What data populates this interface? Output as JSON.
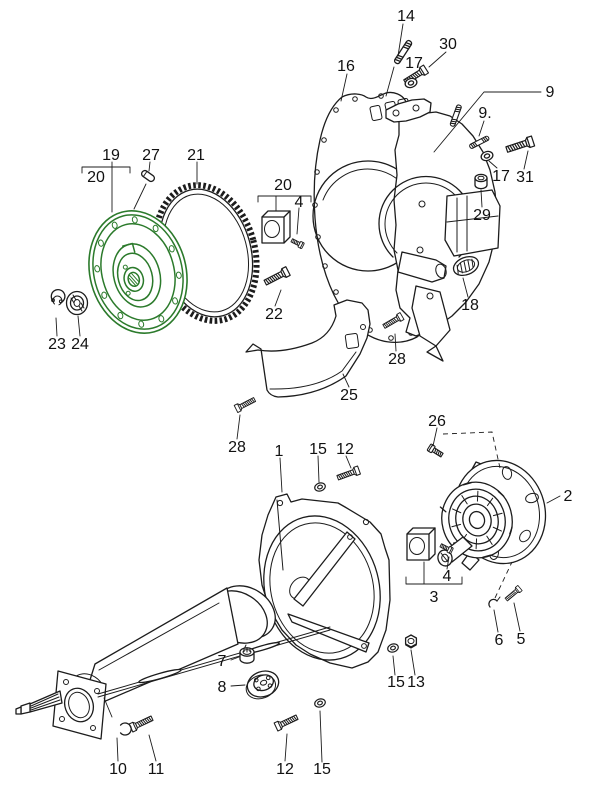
{
  "diagram": {
    "kind": "exploded-parts-diagram",
    "colors": {
      "highlight": "#2b7a2b",
      "line": "#1c1c1c",
      "background": "#ffffff"
    },
    "callouts": [
      {
        "label": "14"
      },
      {
        "label": "30"
      },
      {
        "label": "17"
      },
      {
        "label": "16"
      },
      {
        "label": "9"
      },
      {
        "label": "9."
      },
      {
        "label": "17"
      },
      {
        "label": "31"
      },
      {
        "label": "29"
      },
      {
        "label": "18"
      },
      {
        "label": "28"
      },
      {
        "label": "19"
      },
      {
        "label": "20"
      },
      {
        "label": "27"
      },
      {
        "label": "21"
      },
      {
        "label": "20"
      },
      {
        "label": "4"
      },
      {
        "label": "22"
      },
      {
        "label": "25"
      },
      {
        "label": "28"
      },
      {
        "label": "23"
      },
      {
        "label": "24"
      },
      {
        "label": "1"
      },
      {
        "label": "15"
      },
      {
        "label": "12"
      },
      {
        "label": "26"
      },
      {
        "label": "2"
      },
      {
        "label": "3"
      },
      {
        "label": "4"
      },
      {
        "label": "6"
      },
      {
        "label": "5"
      },
      {
        "label": "7"
      },
      {
        "label": "8"
      },
      {
        "label": "15"
      },
      {
        "label": "13"
      },
      {
        "label": "10"
      },
      {
        "label": "11"
      },
      {
        "label": "12"
      },
      {
        "label": "15"
      }
    ]
  }
}
